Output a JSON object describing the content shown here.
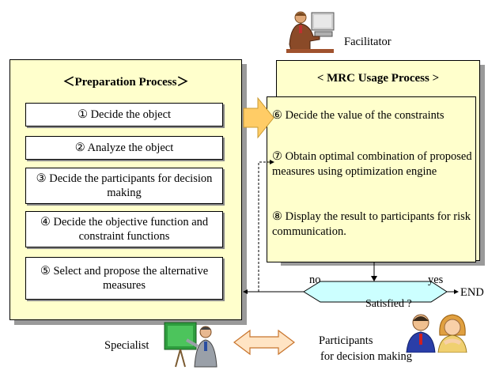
{
  "preparation": {
    "title": "＜Preparation Process＞",
    "steps": [
      "① Decide the object",
      "② Analyze the object",
      "③ Decide the participants for decision making",
      "④ Decide the objective function and constraint functions",
      "⑤ Select and propose the alternative measures"
    ]
  },
  "mrc": {
    "title": "< MRC Usage Process >",
    "steps": [
      "⑥ Decide the value of the constraints",
      "⑦ Obtain optimal combination of proposed measures using optimization engine",
      "⑧ Display the result to participants for risk communication."
    ]
  },
  "decision": {
    "label": "Satisfied ?",
    "no_label": "no",
    "yes_label": "yes",
    "end_label": "END"
  },
  "roles": {
    "facilitator": "Facilitator",
    "specialist": "Specialist",
    "participants_line1": "Participants",
    "participants_line2": "for decision making"
  },
  "colors": {
    "panel_fill": "#ffffcc",
    "arrow_fill": "#ffcc66",
    "decision_fill": "#ccffff",
    "double_arrow_fill": "#ffe4c4"
  }
}
